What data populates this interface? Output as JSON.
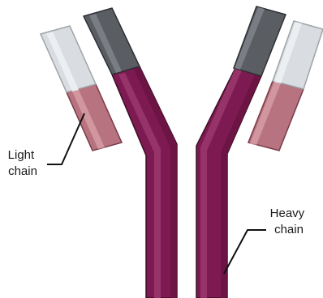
{
  "labels": {
    "light_chain": [
      "Light",
      "chain"
    ],
    "heavy_chain": [
      "Heavy",
      "chain"
    ]
  },
  "colors": {
    "heavy_dark": "#6a1442",
    "heavy_mid": "#7e1a52",
    "heavy_highlight": "#9a3a6e",
    "heavy_outline": "#3b0d25",
    "constant_light_pink": "#b7737f",
    "constant_light_pink_highlight": "#d59aa3",
    "variable_light_gray": "#d9dde1",
    "variable_light_gray_highlight": "#eceff1",
    "variable_heavy_gray": "#5a5e63",
    "variable_heavy_gray_highlight": "#7d8186",
    "leader_line": "#111111"
  }
}
